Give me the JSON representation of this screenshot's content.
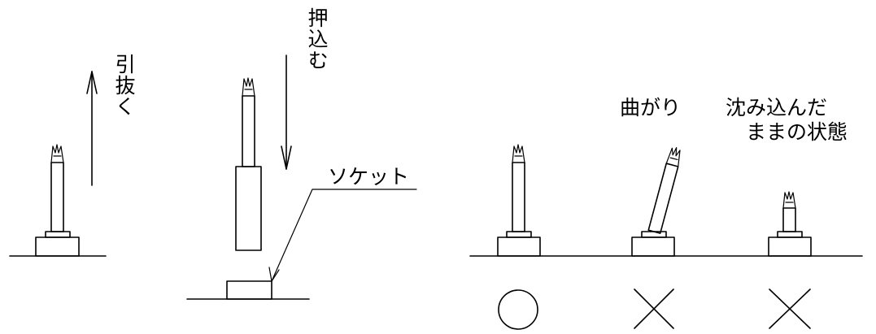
{
  "labels": {
    "pull_out": "引抜く",
    "push_in": "押込む",
    "socket": "ソケット",
    "bent": "曲がり",
    "sunken_line1": "沈み込んだ",
    "sunken_line2": "ままの状態"
  },
  "verdicts": [
    {
      "symbol": "○",
      "meaning": "good"
    },
    {
      "symbol": "×",
      "meaning": "bad"
    },
    {
      "symbol": "×",
      "meaning": "bad"
    }
  ],
  "colors": {
    "line": "#000000",
    "background": "#ffffff"
  }
}
